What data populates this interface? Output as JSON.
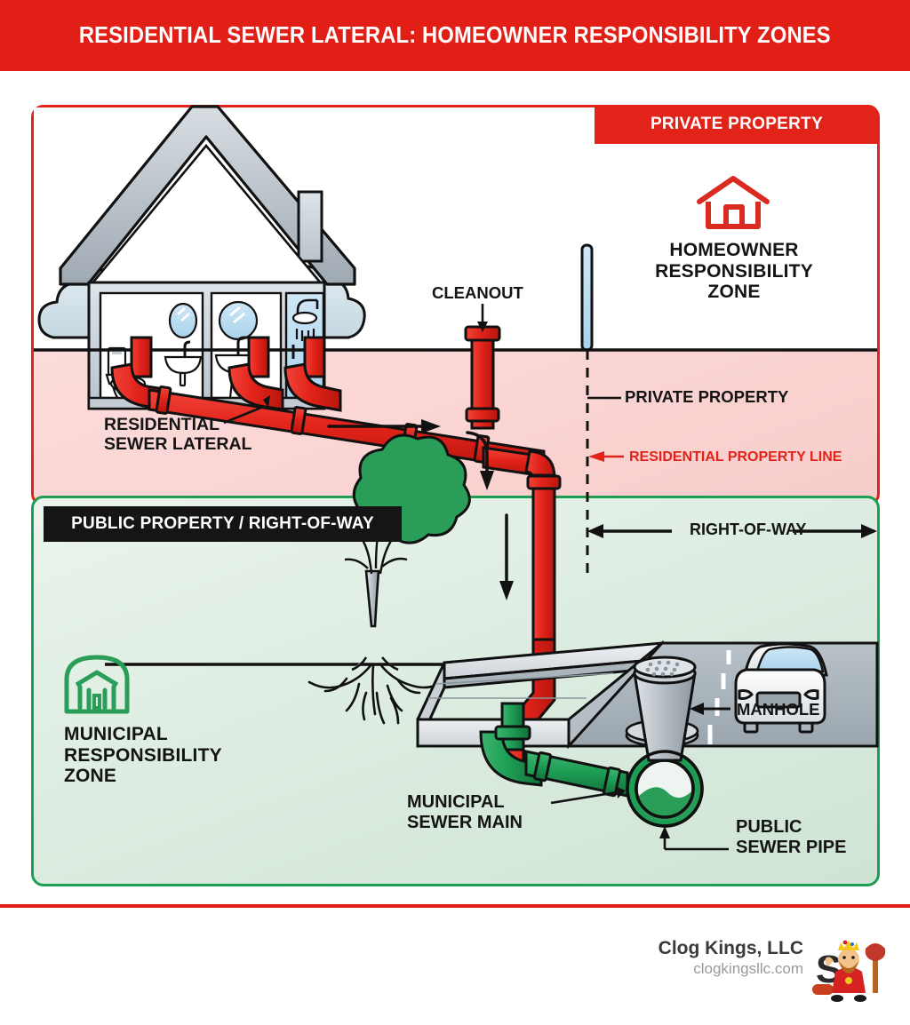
{
  "header": {
    "title": "RESIDENTIAL SEWER LATERAL: HOMEOWNER RESPONSIBILITY ZONES"
  },
  "panels": {
    "private": {
      "badge": "PRIVATE PROPERTY",
      "zone_label": "HOMEOWNER\nRESPONSIBILITY\nZONE",
      "zone_label_line1": "HOMEOWNER",
      "zone_label_line2": "RESPONSIBILITY",
      "zone_label_line3": "ZONE",
      "icon": "house-icon",
      "accent_color": "#e2231a",
      "fill_color": "#fbd9d7"
    },
    "public": {
      "badge": "PUBLIC PROPERTY / RIGHT-OF-WAY",
      "zone_label_line1": "MUNICIPAL",
      "zone_label_line2": "RESPONSIBILITY",
      "zone_label_line3": "ZONE",
      "icon": "civic-building-icon",
      "accent_color": "#1e9e55",
      "fill_color": "#dcebe0"
    }
  },
  "callouts": {
    "cleanout": "CLEANOUT",
    "private_property": "PRIVATE PROPERTY",
    "residential_property_line": "RESIDENTIAL PROPERTY LINE",
    "residential_sewer_lateral_l1": "RESIDENTIAL",
    "residential_sewer_lateral_l2": "SEWER LATERAL",
    "right_of_way": "RIGHT-OF-WAY",
    "manhole": "MANHOLE",
    "municipal_sewer_main_l1": "MUNICIPAL",
    "municipal_sewer_main_l2": "SEWER MAIN",
    "public_sewer_pipe_l1": "PUBLIC",
    "public_sewer_pipe_l2": "SEWER PIPE"
  },
  "scene": {
    "house_fixtures": [
      "toilet",
      "wall-sink",
      "pedestal-sink",
      "shower"
    ],
    "street_objects": [
      "tree",
      "sidewalk",
      "road",
      "car",
      "manhole-cover"
    ],
    "lateral_pipe_color": "#e2231a",
    "main_pipe_color": "#1e9e55"
  },
  "footer": {
    "brand_name": "Clog Kings, LLC",
    "brand_url": "clogkingsllc.com",
    "rule_color": "#e21f16"
  }
}
